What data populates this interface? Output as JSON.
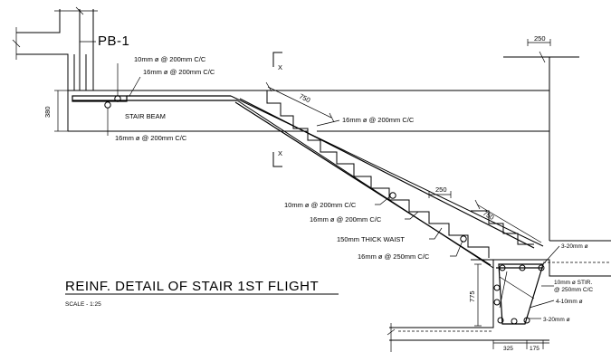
{
  "drawing": {
    "title": "REINF. DETAIL OF STAIR 1ST FLIGHT",
    "scale": "SCALE - 1:25",
    "labels": {
      "pb1": "PB-1",
      "top_bar_1": "10mm ø @ 200mm C/C",
      "top_bar_2": "16mm ø @ 200mm C/C",
      "stair_beam": "STAIR BEAM",
      "bottom_bar": "16mm ø @ 200mm C/C",
      "flight_top_bar": "16mm ø @ 200mm C/C",
      "waist_bar_1": "10mm ø @ 200mm C/C",
      "waist_bar_2": "16mm ø @ 200mm C/C",
      "waist": "150mm THICK WAIST",
      "waist_bar_3": "16mm ø @ 250mm C/C",
      "beam_top": "3-20mm ø",
      "stirrup_1": "10mm ø STIR.",
      "stirrup_2": "@ 250mm C/C",
      "side_bars": "4-10mm ø",
      "beam_bottom": "3-20mm ø",
      "section_mark_top": "X",
      "section_mark_bottom": "X"
    },
    "dimensions": {
      "wall_width": "250",
      "beam_depth": "380",
      "going_top": "750",
      "tread": "250",
      "going_bottom": "750",
      "landing_beam_depth": "775",
      "base_1": "325",
      "base_2": "175"
    }
  }
}
